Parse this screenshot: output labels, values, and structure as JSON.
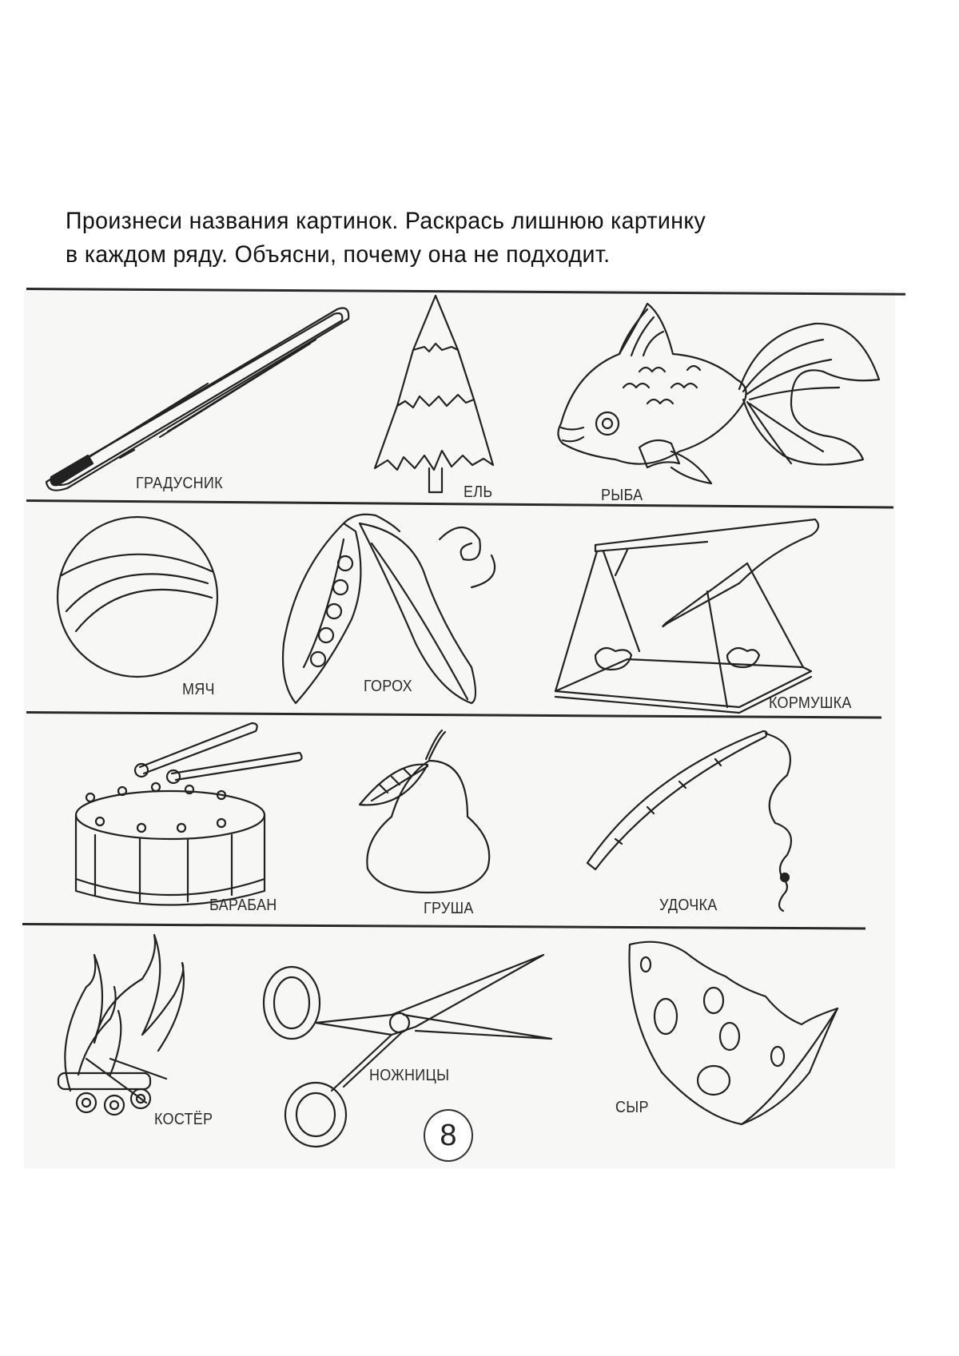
{
  "instruction": {
    "line1": "Произнеси названия картинок. Раскрась лишнюю картинку",
    "line2": "в каждом ряду. Объясни, почему она не подходит."
  },
  "rows": [
    {
      "items": [
        {
          "label": "ГРАДУСНИК",
          "icon": "thermometer-icon"
        },
        {
          "label": "ЕЛЬ",
          "icon": "fir-tree-icon"
        },
        {
          "label": "РЫБА",
          "icon": "fish-icon"
        }
      ]
    },
    {
      "items": [
        {
          "label": "МЯЧ",
          "icon": "ball-icon"
        },
        {
          "label": "ГОРОХ",
          "icon": "peas-icon"
        },
        {
          "label": "КОРМУШКА",
          "icon": "bird-feeder-icon"
        }
      ]
    },
    {
      "items": [
        {
          "label": "БАРАБАН",
          "icon": "drum-icon"
        },
        {
          "label": "ГРУША",
          "icon": "pear-icon"
        },
        {
          "label": "УДОЧКА",
          "icon": "fishing-rod-icon"
        }
      ]
    },
    {
      "items": [
        {
          "label": "КОСТЁР",
          "icon": "campfire-icon"
        },
        {
          "label": "НОЖНИЦЫ",
          "icon": "scissors-icon"
        },
        {
          "label": "СЫР",
          "icon": "cheese-icon"
        }
      ]
    }
  ],
  "page_number": "8"
}
